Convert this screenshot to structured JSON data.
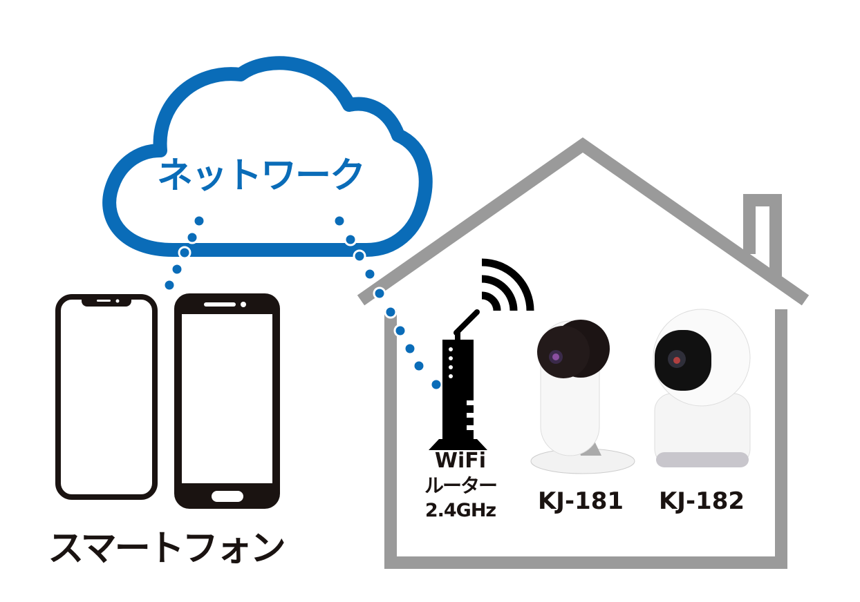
{
  "cloud": {
    "label": "ネットワーク",
    "color": "#0a6cb8"
  },
  "phones": {
    "label": "スマートフォン"
  },
  "router": {
    "line1": "WiFi",
    "line2": "ルーター",
    "line3": "2.4GHz"
  },
  "cameras": [
    {
      "label": "KJ-181"
    },
    {
      "label": "KJ-182"
    }
  ],
  "colors": {
    "house": "#9a9a9a",
    "dots": "#0a6cb8",
    "ink": "#1a1311"
  }
}
